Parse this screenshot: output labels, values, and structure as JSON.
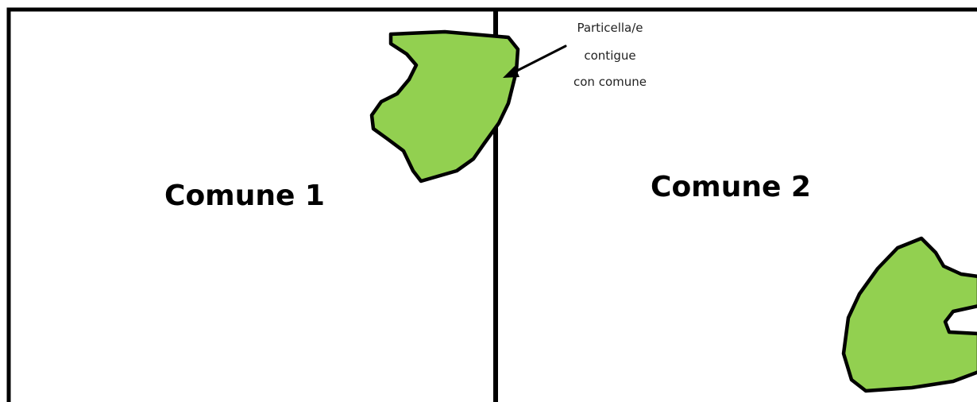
{
  "regions": {
    "left_label": "Comune 1",
    "right_label": "Comune 2"
  },
  "annotation": {
    "line1": "Particella/e",
    "line2": "contigue",
    "line3": "con comune"
  },
  "colors": {
    "parcel_fill": "#92D050",
    "outline": "#000000",
    "background": "#FFFFFF"
  }
}
